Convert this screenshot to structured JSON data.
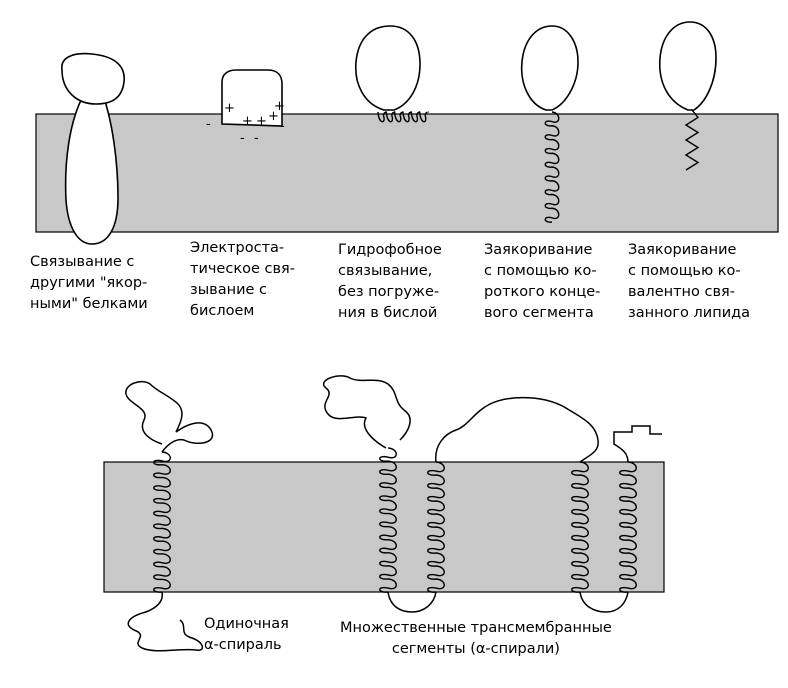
{
  "colors": {
    "membrane": "#c8c8c8",
    "line": "#000000",
    "background": "#ffffff"
  },
  "top_panel": {
    "captions": [
      {
        "lines": [
          "Связывание с",
          "другими \"якор-",
          "ными\" белками"
        ]
      },
      {
        "lines": [
          "Электроста-",
          "тическое свя-",
          "зывание с",
          "бислоем"
        ]
      },
      {
        "lines": [
          "Гидрофобное",
          "связывание,",
          "без погруже-",
          "ния в бислой"
        ]
      },
      {
        "lines": [
          "Заякоривание",
          "с помощью ко-",
          "роткого конце-",
          "вого сегмента"
        ]
      },
      {
        "lines": [
          "Заякоривание",
          "с помощью ко-",
          "валентно свя-",
          "занного липида"
        ]
      }
    ],
    "charges": {
      "plus": "+",
      "minus": "-"
    }
  },
  "bottom_panel": {
    "captions": [
      {
        "lines": [
          "Одиночная",
          "α-спираль"
        ]
      },
      {
        "lines": [
          "Множественные  трансмембранные",
          "сегменты (α-спирали)"
        ]
      }
    ]
  }
}
